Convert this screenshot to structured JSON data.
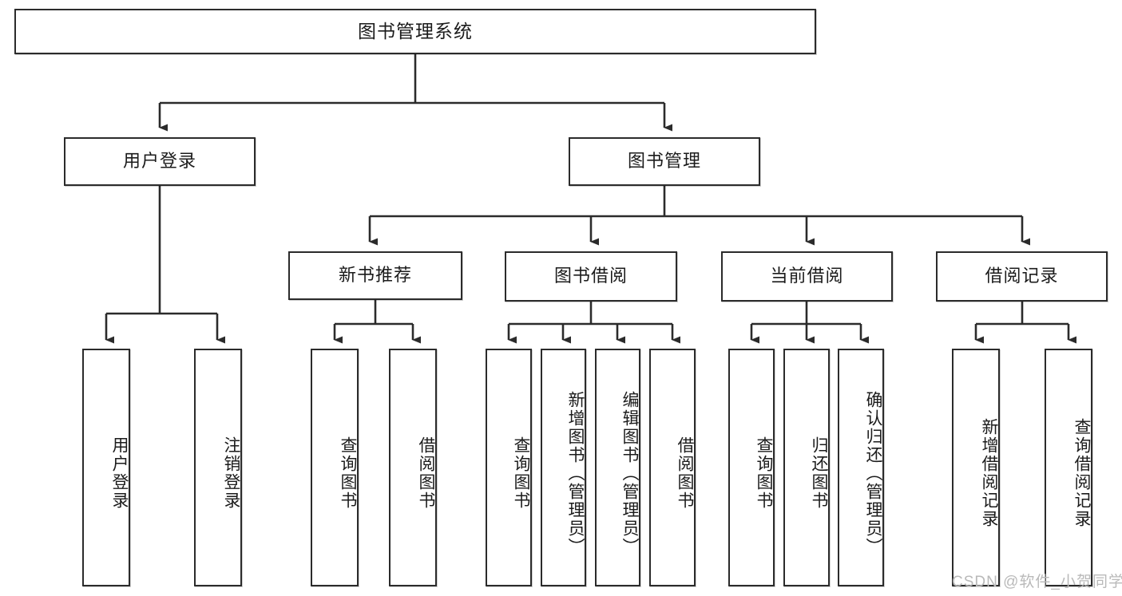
{
  "diagram": {
    "title": "图书管理系统",
    "type": "tree-hierarchy-diagram",
    "root": {
      "id": "root",
      "label": "图书管理系统"
    },
    "level2": [
      {
        "id": "user-login",
        "label": "用户登录"
      },
      {
        "id": "book-management",
        "label": "图书管理"
      }
    ],
    "level3": [
      {
        "id": "new-book-recommend",
        "label": "新书推荐",
        "parent": "book-management"
      },
      {
        "id": "book-borrow",
        "label": "图书借阅",
        "parent": "book-management"
      },
      {
        "id": "current-borrow",
        "label": "当前借阅",
        "parent": "book-management"
      },
      {
        "id": "borrow-record",
        "label": "借阅记录",
        "parent": "book-management"
      }
    ],
    "leaves": {
      "user-login": [
        {
          "id": "leaf-user-login",
          "label": "用户登录"
        },
        {
          "id": "leaf-logout-login",
          "label": "注销登录"
        }
      ],
      "new-book-recommend": [
        {
          "id": "leaf-query-book-1",
          "label": "查询图书"
        },
        {
          "id": "leaf-borrow-book-1",
          "label": "借阅图书"
        }
      ],
      "book-borrow": [
        {
          "id": "leaf-query-book-2",
          "label": "查询图书"
        },
        {
          "id": "leaf-add-book",
          "label": "新增图书（管理员）"
        },
        {
          "id": "leaf-edit-book",
          "label": "编辑图书（管理员）"
        },
        {
          "id": "leaf-borrow-book-2",
          "label": "借阅图书"
        }
      ],
      "current-borrow": [
        {
          "id": "leaf-query-book-3",
          "label": "查询图书"
        },
        {
          "id": "leaf-return-book",
          "label": "归还图书"
        },
        {
          "id": "leaf-confirm-return",
          "label": "确认归还（管理员）"
        }
      ],
      "borrow-record": [
        {
          "id": "leaf-add-record",
          "label": "新增借阅记录"
        },
        {
          "id": "leaf-query-record",
          "label": "查询借阅记录"
        }
      ]
    },
    "colors": {
      "stroke": "#2b2b2b",
      "text": "#1b1b1b",
      "background": "#ffffff",
      "watermark": "#b9b9b9"
    }
  },
  "watermark": {
    "text": "CSDN @软件_小贺同学"
  }
}
